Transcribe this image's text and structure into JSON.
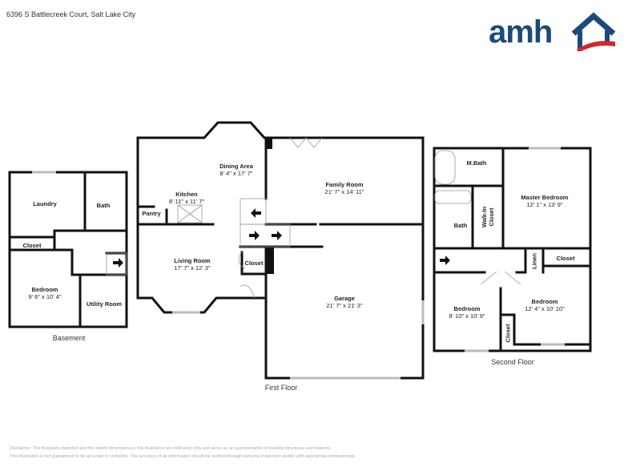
{
  "header": {
    "address": "6396 S Battlecreek Court, Salt Lake City"
  },
  "logo": {
    "text": "amh",
    "colors": {
      "navy": "#1b4a7a",
      "red": "#d3262e"
    }
  },
  "floors": {
    "basement": {
      "title": "Basement",
      "rooms": [
        {
          "name": "Laundry",
          "dims": ""
        },
        {
          "name": "Bath",
          "dims": ""
        },
        {
          "name": "Closet",
          "dims": ""
        },
        {
          "name": "Bedroom",
          "dims": "9' 6\" x 10' 4\""
        },
        {
          "name": "Utility Room",
          "dims": ""
        }
      ]
    },
    "first": {
      "title": "First Floor",
      "rooms": [
        {
          "name": "Dining Area",
          "dims": "8' 4\" x 17' 7\""
        },
        {
          "name": "Kitchen",
          "dims": "8' 11\" x 11' 7\""
        },
        {
          "name": "Pantry",
          "dims": ""
        },
        {
          "name": "Family Room",
          "dims": "21' 7\" x 14' 11\""
        },
        {
          "name": "Living Room",
          "dims": "17' 7\" x 12' 3\""
        },
        {
          "name": "Closet",
          "dims": ""
        },
        {
          "name": "Garage",
          "dims": "21' 7\" x 21' 3\""
        }
      ]
    },
    "second": {
      "title": "Second Floor",
      "rooms": [
        {
          "name": "M.Bath",
          "dims": ""
        },
        {
          "name": "Master Bedroom",
          "dims": "12' 1\" x 13' 9\""
        },
        {
          "name": "Walk-In Closet",
          "dims": ""
        },
        {
          "name": "Bath",
          "dims": ""
        },
        {
          "name": "Linen",
          "dims": ""
        },
        {
          "name": "Closet",
          "dims": ""
        },
        {
          "name": "Bedroom",
          "dims": "8' 10\" x 10' 9\""
        },
        {
          "name": "Bedroom",
          "dims": "12' 4\" x 10' 10\""
        },
        {
          "name": "Closet",
          "dims": ""
        }
      ]
    }
  },
  "disclaimer": {
    "line1": "Disclaimer: The floorplans depicted and the stated dimensions in this illustration are indicative only and serve as an approximation of existing structures and features.",
    "line2": "This illustration is not guaranteed to be accurate or complete. The accuracy of all information should be verified through personal inspection and/or with appropriate professionals."
  }
}
